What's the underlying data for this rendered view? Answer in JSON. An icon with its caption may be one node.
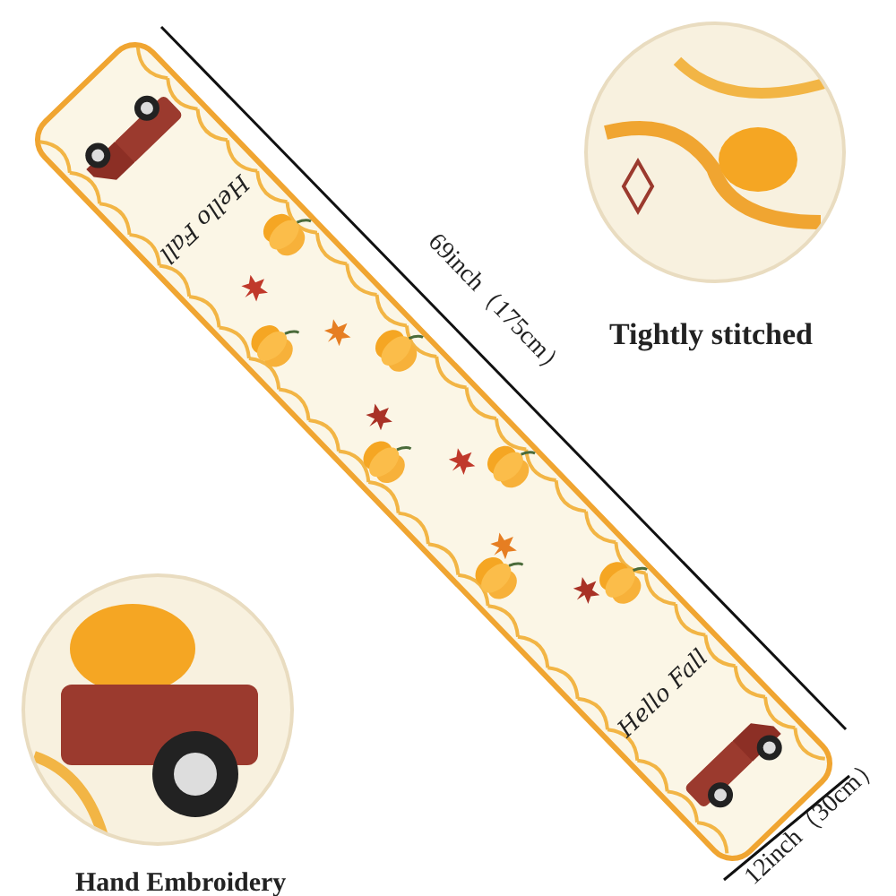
{
  "diagram": {
    "labels": [
      "69inch（175cm）",
      "Hello Fall",
      "Tightly stitched",
      "Hello Fall",
      "Hand Embroidery",
      "12inch（30cm）"
    ]
  }
}
